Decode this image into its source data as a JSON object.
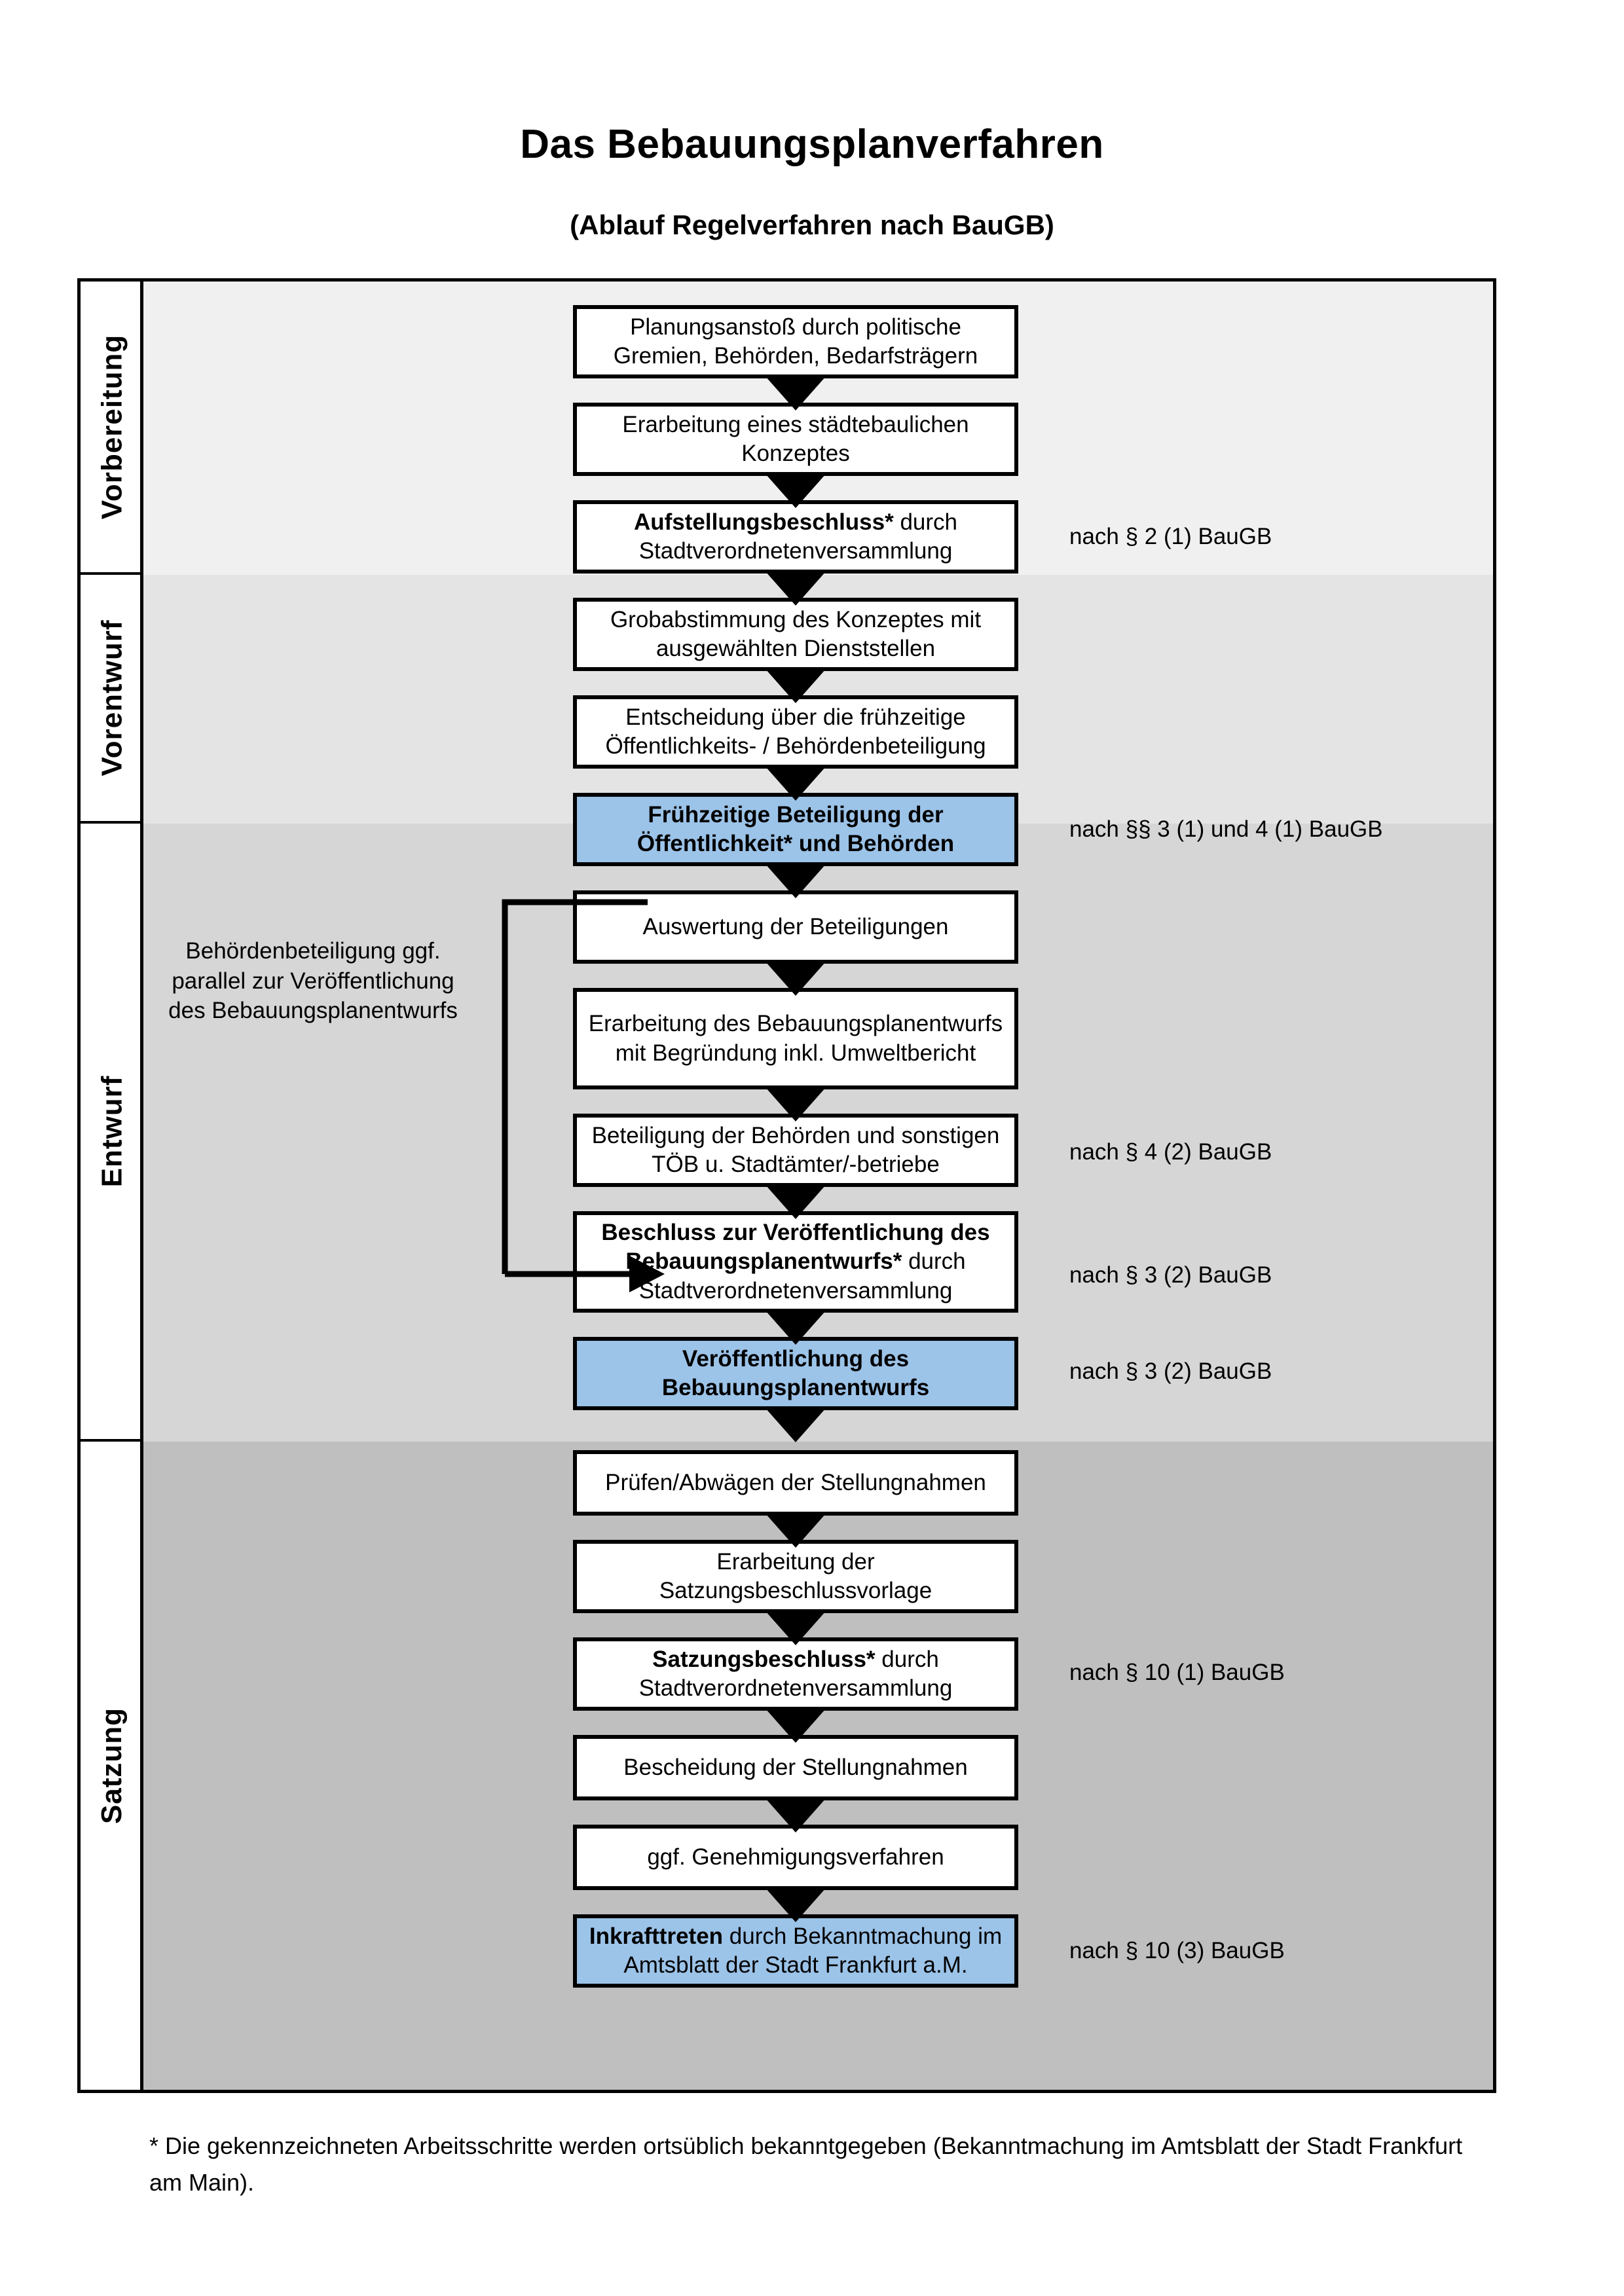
{
  "document": {
    "title": "Das Bebauungsplanverfahren",
    "subtitle": "(Ablauf Regelverfahren nach BauGB)",
    "footnote": "* Die gekennzeichneten Arbeitsschritte werden ortsüblich bekanntgegeben (Bekanntmachung im Amtsblatt  der Stadt Frankfurt am Main)."
  },
  "colors": {
    "highlight_blue": "#9CC3E8",
    "band_vorbereitung": "#F0F0F0",
    "band_vorentwurf": "#E4E4E4",
    "band_entwurf": "#D6D6D6",
    "band_satzung": "#BFBFBF",
    "outline": "#000000"
  },
  "phases": [
    {
      "label": "Vorbereitung"
    },
    {
      "label": "Vorentwurf"
    },
    {
      "label": "Entwurf"
    },
    {
      "label": "Satzung"
    }
  ],
  "steps": [
    {
      "id": "s1",
      "phase": "Vorbereitung",
      "bold": "",
      "text": "Planungsanstoß durch politische Gremien, Behörden, Bedarfsträgern",
      "highlighted": false
    },
    {
      "id": "s2",
      "phase": "Vorbereitung",
      "bold": "",
      "text": "Erarbeitung eines städtebaulichen Konzeptes",
      "highlighted": false
    },
    {
      "id": "s3",
      "phase": "Vorbereitung",
      "bold": "Aufstellungsbeschluss*",
      "text": " durch Stadtverordnetenversammlung",
      "highlighted": false
    },
    {
      "id": "s4",
      "phase": "Vorentwurf",
      "bold": "",
      "text": "Grobabstimmung des Konzeptes mit ausgewählten Dienststellen",
      "highlighted": false
    },
    {
      "id": "s5",
      "phase": "Vorentwurf",
      "bold": "",
      "text": "Entscheidung über die frühzeitige Öffentlichkeits- / Behördenbeteiligung",
      "highlighted": false
    },
    {
      "id": "s6",
      "phase": "Vorentwurf",
      "bold": "Frühzeitige Beteiligung der Öffentlichkeit* und Behörden",
      "text": "",
      "highlighted": true
    },
    {
      "id": "s7",
      "phase": "Entwurf",
      "bold": "",
      "text": "Auswertung der Beteiligungen",
      "highlighted": false
    },
    {
      "id": "s8",
      "phase": "Entwurf",
      "bold": "",
      "text": "Erarbeitung des Bebauungsplanentwurfs mit Begründung inkl. Umweltbericht",
      "highlighted": false
    },
    {
      "id": "s9",
      "phase": "Entwurf",
      "bold": "",
      "text": "Beteiligung der Behörden und sonstigen TÖB u. Stadtämter/-betriebe",
      "highlighted": false
    },
    {
      "id": "s10",
      "phase": "Entwurf",
      "bold": "Beschluss zur Veröffentlichung des Bebauungsplanentwurfs*",
      "text": " durch Stadtverordnetenversammlung",
      "highlighted": false
    },
    {
      "id": "s11",
      "phase": "Entwurf",
      "bold": "Veröffentlichung des Bebauungsplanentwurfs",
      "text": "",
      "highlighted": true
    },
    {
      "id": "s12",
      "phase": "Satzung",
      "bold": "",
      "text": "Prüfen/Abwägen der Stellungnahmen",
      "highlighted": false
    },
    {
      "id": "s13",
      "phase": "Satzung",
      "bold": "",
      "text": "Erarbeitung der Satzungsbeschlussvorlage",
      "highlighted": false
    },
    {
      "id": "s14",
      "phase": "Satzung",
      "bold": "Satzungsbeschluss*",
      "text": " durch Stadtverordnetenversammlung",
      "highlighted": false
    },
    {
      "id": "s15",
      "phase": "Satzung",
      "bold": "",
      "text": "Bescheidung der Stellungnahmen",
      "highlighted": false
    },
    {
      "id": "s16",
      "phase": "Satzung",
      "bold": "",
      "text": "ggf. Genehmigungsverfahren",
      "highlighted": false
    },
    {
      "id": "s17",
      "phase": "Satzung",
      "bold": "Inkrafttreten",
      "text": " durch Bekanntmachung im Amtsblatt der Stadt Frankfurt a.M.",
      "highlighted": true
    }
  ],
  "legal_refs": [
    {
      "for_step": "s3",
      "text": "nach § 2 (1) BauGB"
    },
    {
      "for_step": "s6",
      "text": "nach §§ 3 (1) und 4 (1) BauGB"
    },
    {
      "for_step": "s9",
      "text": "nach § 4 (2) BauGB"
    },
    {
      "for_step": "s10",
      "text": "nach § 3 (2) BauGB"
    },
    {
      "for_step": "s11",
      "text": "nach § 3 (2) BauGB"
    },
    {
      "for_step": "s14",
      "text": "nach § 10 (1) BauGB"
    },
    {
      "for_step": "s17",
      "text": "nach § 10 (3) BauGB"
    }
  ],
  "side_note": {
    "text": "Behördenbeteiligung ggf. parallel zur Veröffentlichung des Bebauungsplanentwurfs"
  }
}
